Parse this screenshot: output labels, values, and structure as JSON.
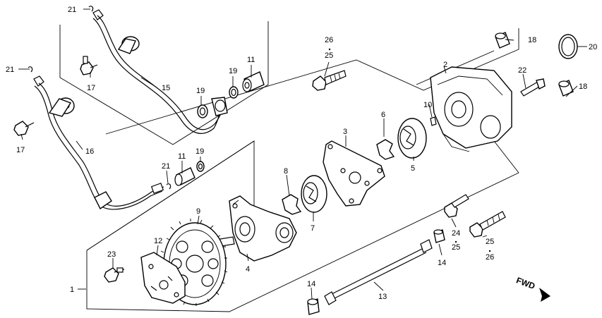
{
  "diagram": {
    "labels": {
      "l1": "1",
      "l2": "2",
      "l3": "3",
      "l4": "4",
      "l5": "5",
      "l6": "6",
      "l7": "7",
      "l8": "8",
      "l9": "9",
      "l10": "10",
      "l11a": "11",
      "l11b": "11",
      "l12": "12",
      "l13": "13",
      "l14a": "14",
      "l14b": "14",
      "l15": "15",
      "l16": "16",
      "l17a": "17",
      "l17b": "17",
      "l18a": "18",
      "l18b": "18",
      "l19a": "19",
      "l19b": "19",
      "l19c": "19",
      "l20": "20",
      "l21a": "21",
      "l21b": "21",
      "l21c": "21",
      "l22": "22",
      "l23": "23",
      "l24": "24",
      "l25a": "25",
      "l25b": "25",
      "l25c": "25",
      "l26a": "26",
      "l26b": "26",
      "fwd": "FWD"
    }
  }
}
